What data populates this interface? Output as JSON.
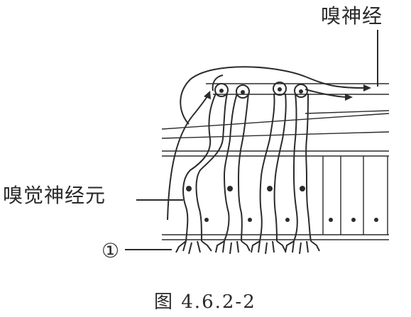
{
  "labels": {
    "olfactory_nerve": "嗅神经",
    "olfactory_neuron": "嗅觉神经元",
    "marker": "①",
    "caption": "图 4.6.2-2"
  }
}
